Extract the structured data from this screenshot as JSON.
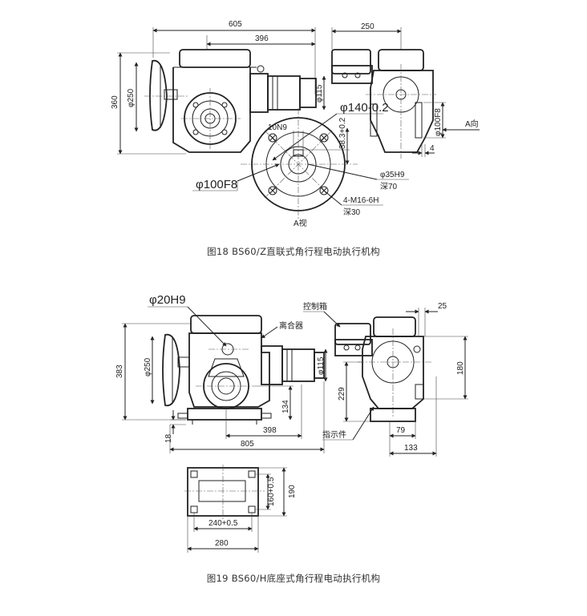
{
  "figure18": {
    "caption": "图18 BS60/Z直联式角行程电动执行机构",
    "dims": {
      "d605": "605",
      "d396": "396",
      "d250top": "250",
      "d360": "360",
      "dphi250": "φ250",
      "dphi115": "φ115",
      "dphi140": "φ140-0.2",
      "d10n9": "10N9",
      "d38": "38.3+0.2",
      "dphi100f8_side": "φ100F8",
      "d4": "4",
      "dphi100f8": "φ100F8",
      "dphi35h9": "φ35H9",
      "deep70": "深70",
      "m16": "4-M16-6H",
      "deep30": "深30",
      "arrowA": "A向",
      "av": "A视"
    }
  },
  "figure19": {
    "caption": "图19  BS60/H底座式角行程电动执行机构",
    "dims": {
      "dphi20h9": "φ20H9",
      "clutch": "离合器",
      "controlbox": "控制箱",
      "d25": "25",
      "d383": "383",
      "dphi250": "φ250",
      "dphi115": "φ115",
      "d180": "180",
      "d229": "229",
      "d134": "134",
      "d398": "398",
      "indicator": "指示件",
      "d79": "79",
      "d18": "18",
      "d805": "805",
      "d133": "133",
      "d160": "160+0.5",
      "d190": "190",
      "d240": "240+0.5",
      "d280": "280"
    }
  }
}
